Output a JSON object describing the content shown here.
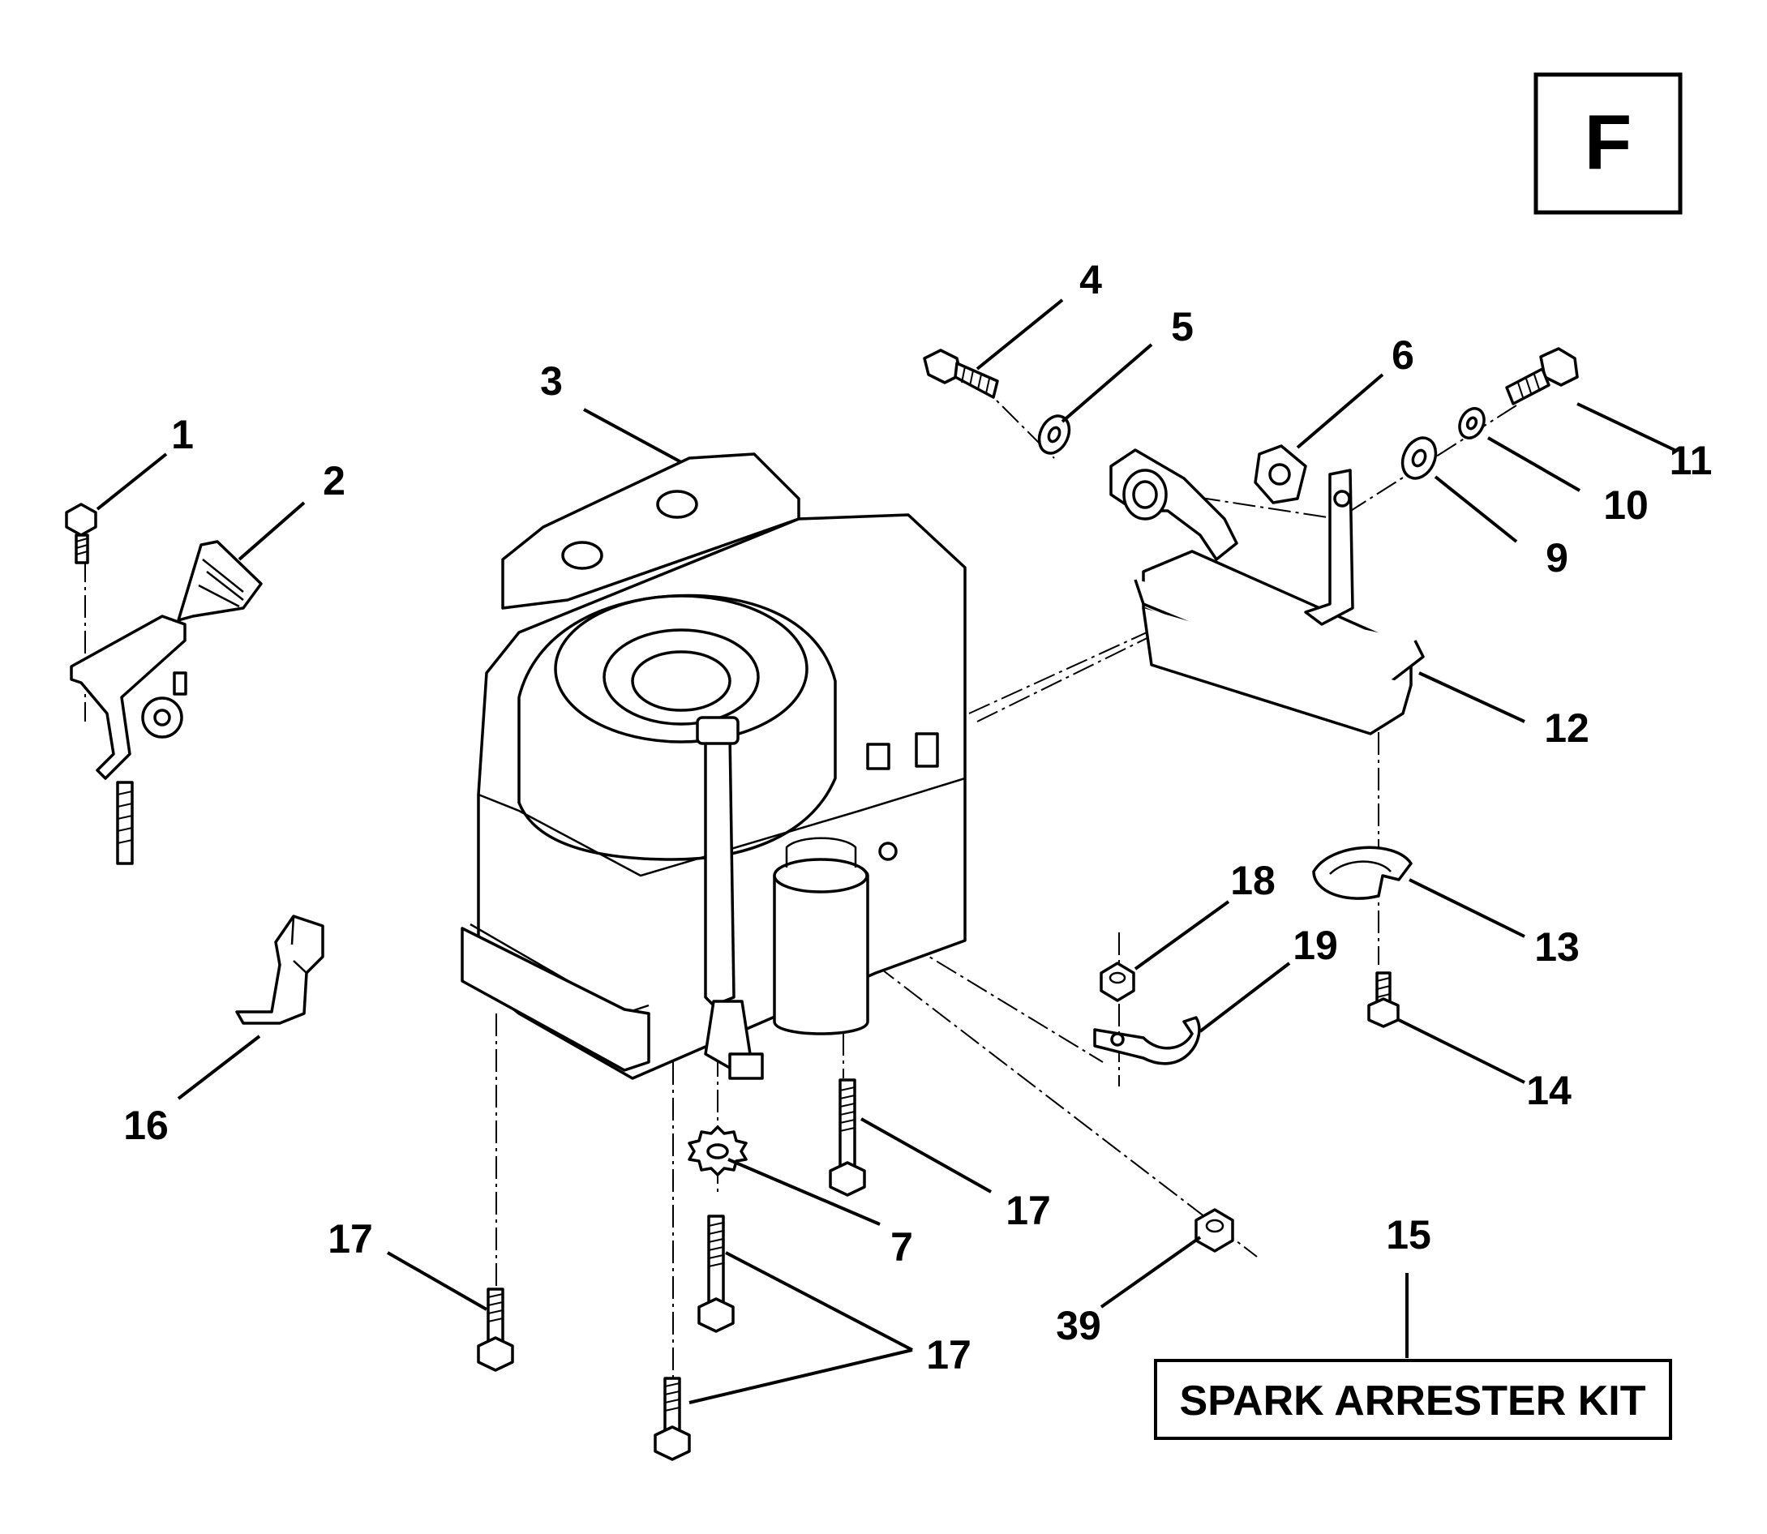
{
  "sheet": {
    "letter": "F"
  },
  "callouts": [
    {
      "id": "c1",
      "label": "1"
    },
    {
      "id": "c2",
      "label": "2"
    },
    {
      "id": "c3",
      "label": "3"
    },
    {
      "id": "c4",
      "label": "4"
    },
    {
      "id": "c5",
      "label": "5"
    },
    {
      "id": "c6",
      "label": "6"
    },
    {
      "id": "c7",
      "label": "7"
    },
    {
      "id": "c9",
      "label": "9"
    },
    {
      "id": "c10",
      "label": "10"
    },
    {
      "id": "c11",
      "label": "11"
    },
    {
      "id": "c12",
      "label": "12"
    },
    {
      "id": "c13",
      "label": "13"
    },
    {
      "id": "c14",
      "label": "14"
    },
    {
      "id": "c15",
      "label": "15"
    },
    {
      "id": "c16",
      "label": "16"
    },
    {
      "id": "c17a",
      "label": "17"
    },
    {
      "id": "c17b",
      "label": "17"
    },
    {
      "id": "c17c",
      "label": "17"
    },
    {
      "id": "c18",
      "label": "18"
    },
    {
      "id": "c19",
      "label": "19"
    },
    {
      "id": "c39",
      "label": "39"
    }
  ],
  "kit": {
    "label": "SPARK ARRESTER KIT"
  }
}
